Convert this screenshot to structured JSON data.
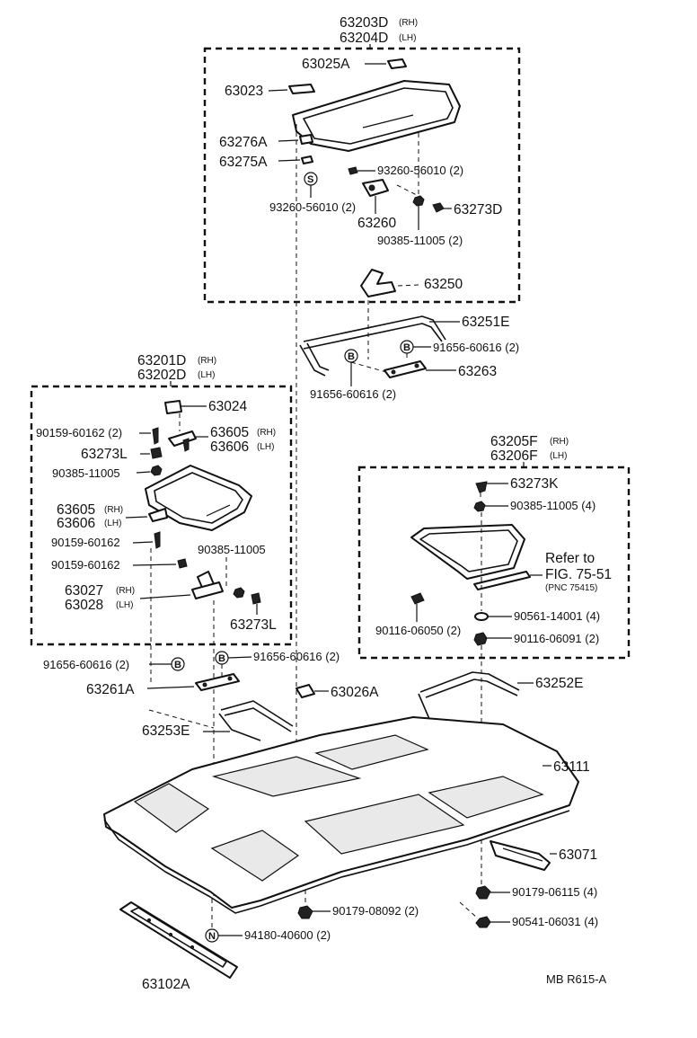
{
  "diagram": {
    "footer_code": "MB  R615-A",
    "groups": {
      "front": {
        "line1": "63203D",
        "sub1": "(RH)",
        "line2": "63204D",
        "sub2": "(LH)"
      },
      "middle": {
        "line1": "63201D",
        "sub1": "(RH)",
        "line2": "63202D",
        "sub2": "(LH)"
      },
      "rear": {
        "line1": "63205F",
        "sub1": "(RH)",
        "line2": "63206F",
        "sub2": "(LH)"
      }
    },
    "labels": {
      "p63025A": "63025A",
      "p63023": "63023",
      "p63276A": "63276A",
      "p63275A": "63275A",
      "p93260_a": "93260-56010 (2)",
      "p93260_b": "93260-56010 (2)",
      "p63260": "63260",
      "p63273D": "63273D",
      "p90385_a": "90385-11005 (2)",
      "p63250": "63250",
      "p63251E": "63251E",
      "p91656_a": "91656-60616 (2)",
      "p91656_b": "91656-60616 (2)",
      "p63263": "63263",
      "p63024": "63024",
      "p90159_a": "90159-60162 (2)",
      "p63605_a": "63605",
      "p63605_a_sub": "(RH)",
      "p63606_a": "63606",
      "p63606_a_sub": "(LH)",
      "p63273L_a": "63273L",
      "p90385_b": "90385-11005",
      "p63605_b": "63605",
      "p63605_b_sub": "(RH)",
      "p63606_b": "63606",
      "p63606_b_sub": "(LH)",
      "p90159_b": "90159-60162",
      "p90385_c": "90385-11005",
      "p90159_c": "90159-60162",
      "p63027": "63027",
      "p63027_sub": "(RH)",
      "p63028": "63028",
      "p63028_sub": "(LH)",
      "p63273L_b": "63273L",
      "p91656_c": "91656-60616 (2)",
      "p91656_d": "91656-60616 (2)",
      "p63261A": "63261A",
      "p63026A": "63026A",
      "p63253E": "63253E",
      "p63252E": "63252E",
      "p63111": "63111",
      "p63071": "63071",
      "p90179_a": "90179-06115 (4)",
      "p90541": "90541-06031 (4)",
      "p90179_b": "90179-08092 (2)",
      "p94180": "94180-40600 (2)",
      "p63102A": "63102A",
      "p63273K": "63273K",
      "p90385_d": "90385-11005 (4)",
      "refer1": "Refer to",
      "refer2": "FIG. 75-51",
      "refer3": "(PNC 75415)",
      "p90116_a": "90116-06050 (2)",
      "p90561": "90561-14001 (4)",
      "p90116_b": "90116-06091 (2)"
    },
    "markers": {
      "S": "S",
      "B": "B",
      "N": "N"
    }
  }
}
